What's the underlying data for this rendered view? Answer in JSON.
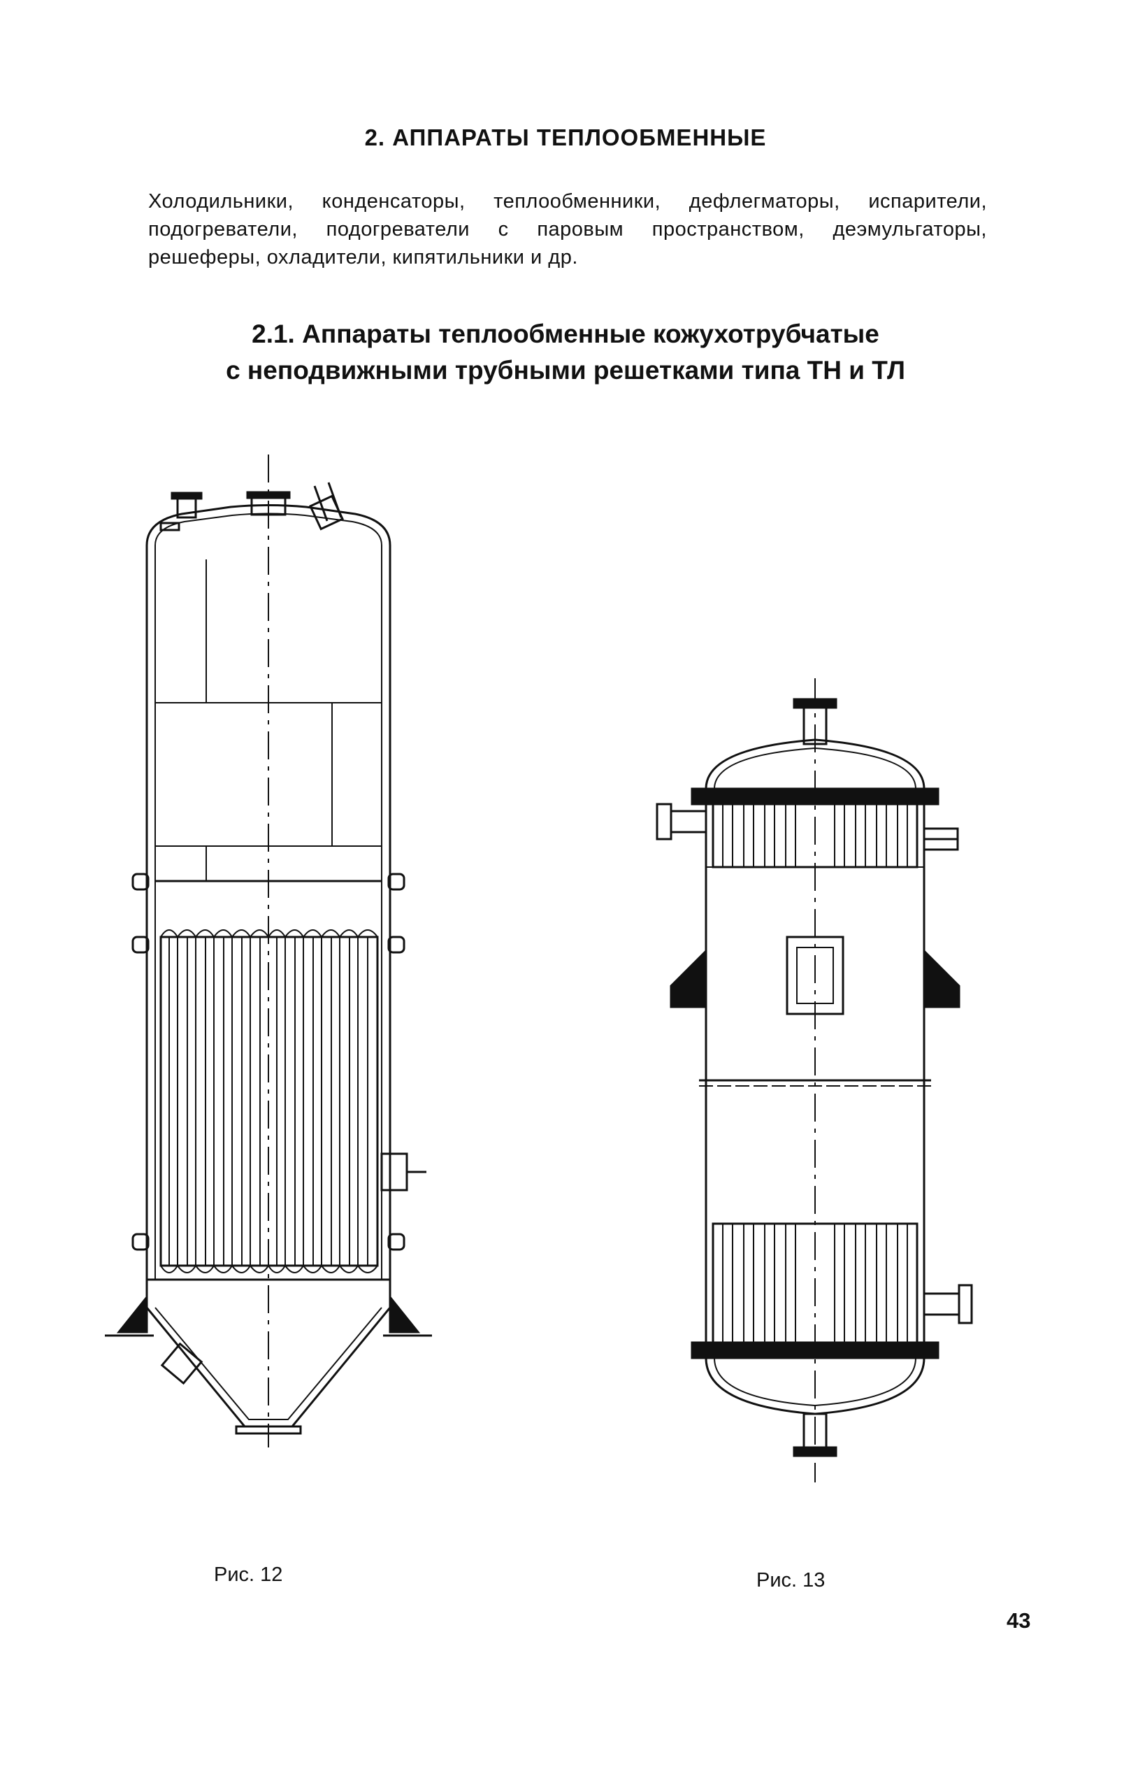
{
  "heading": "2. АППАРАТЫ ТЕПЛООБМЕННЫЕ",
  "intro": "Холодильники, конденсаторы, теплообменники, дефлегматоры, испарители, подогреватели, подогреватели с паровым пространством, деэмульгаторы, решеферы, охладители, кипятильники и др.",
  "subheading": {
    "line1": "2.1. Аппараты теплообменные кожухотрубчатые",
    "line2": "с неподвижными трубными решетками типа ТН и ТЛ"
  },
  "figures": [
    {
      "caption": "Рис. 12"
    },
    {
      "caption": "Рис. 13"
    }
  ],
  "page_number": "43"
}
